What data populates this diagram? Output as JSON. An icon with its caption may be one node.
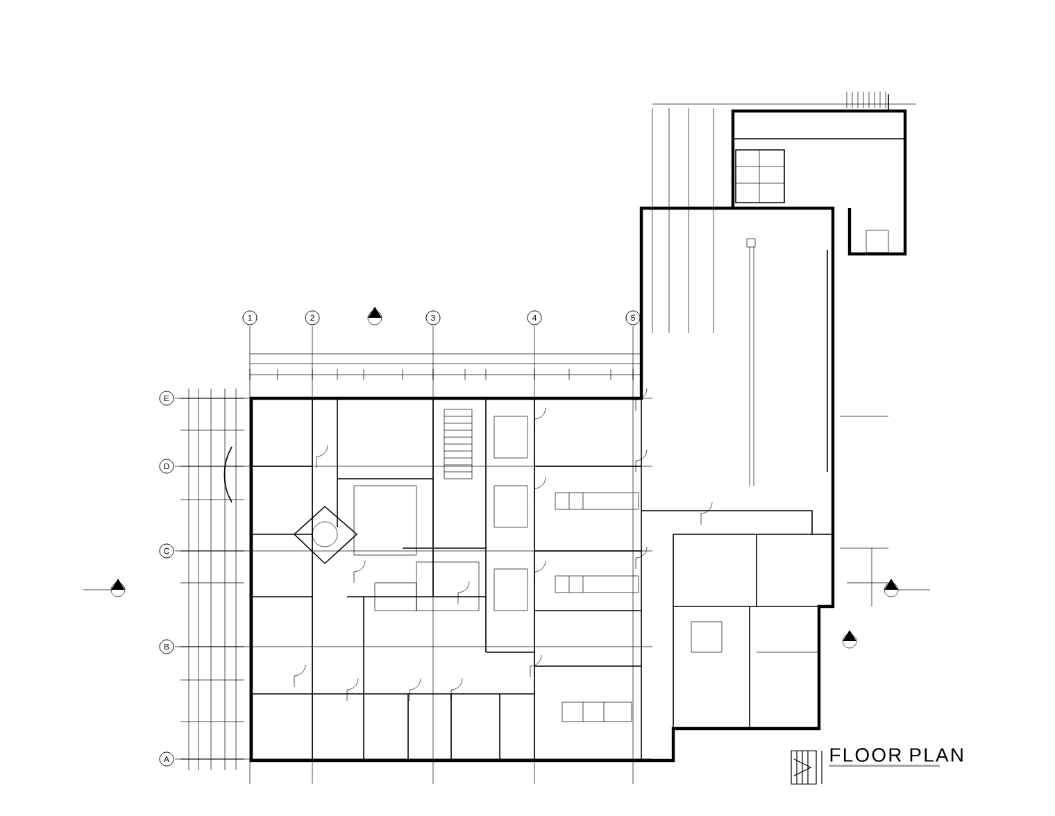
{
  "diagram": {
    "title": "FLOOR PLAN",
    "labels": [
      "1",
      "2",
      "3",
      "4",
      "5",
      "E",
      "D",
      "C",
      "B",
      "A"
    ]
  }
}
